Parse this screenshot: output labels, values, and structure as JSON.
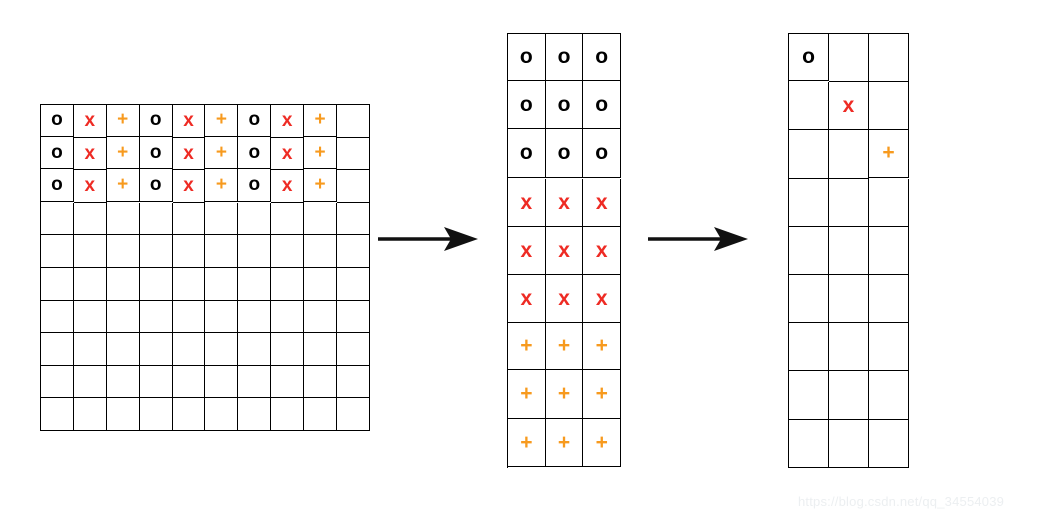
{
  "figure": {
    "title": "",
    "background_color": "#ffffff",
    "symbol_colors": {
      "o": "#000000",
      "x": "#ee2b24",
      "plus": "#f79a1e"
    },
    "arrow_color": "#111111"
  },
  "symbols": {
    "o": "o",
    "x": "x",
    "plus": "+",
    "empty": ""
  },
  "panels": [
    {
      "name": "source-grid",
      "rows": 10,
      "cols": 10,
      "cells": [
        [
          "o",
          "x",
          "+",
          "o",
          "x",
          "+",
          "o",
          "x",
          "+",
          ""
        ],
        [
          "o",
          "x",
          "+",
          "o",
          "x",
          "+",
          "o",
          "x",
          "+",
          ""
        ],
        [
          "o",
          "x",
          "+",
          "o",
          "x",
          "+",
          "o",
          "x",
          "+",
          ""
        ],
        [
          "",
          "",
          "",
          "",
          "",
          "",
          "",
          "",
          "",
          ""
        ],
        [
          "",
          "",
          "",
          "",
          "",
          "",
          "",
          "",
          "",
          ""
        ],
        [
          "",
          "",
          "",
          "",
          "",
          "",
          "",
          "",
          "",
          ""
        ],
        [
          "",
          "",
          "",
          "",
          "",
          "",
          "",
          "",
          "",
          ""
        ],
        [
          "",
          "",
          "",
          "",
          "",
          "",
          "",
          "",
          "",
          ""
        ],
        [
          "",
          "",
          "",
          "",
          "",
          "",
          "",
          "",
          "",
          ""
        ],
        [
          "",
          "",
          "",
          "",
          "",
          "",
          "",
          "",
          "",
          ""
        ]
      ]
    },
    {
      "name": "grouped-grid",
      "rows": 9,
      "cols": 3,
      "cells": [
        [
          "o",
          "o",
          "o"
        ],
        [
          "o",
          "o",
          "o"
        ],
        [
          "o",
          "o",
          "o"
        ],
        [
          "x",
          "x",
          "x"
        ],
        [
          "x",
          "x",
          "x"
        ],
        [
          "x",
          "x",
          "x"
        ],
        [
          "+",
          "+",
          "+"
        ],
        [
          "+",
          "+",
          "+"
        ],
        [
          "+",
          "+",
          "+"
        ]
      ]
    },
    {
      "name": "result-grid",
      "rows": 9,
      "cols": 3,
      "cells": [
        [
          "o",
          "",
          ""
        ],
        [
          "",
          "x",
          ""
        ],
        [
          "",
          "",
          "+"
        ],
        [
          "",
          "",
          ""
        ],
        [
          "",
          "",
          ""
        ],
        [
          "",
          "",
          ""
        ],
        [
          "",
          "",
          ""
        ],
        [
          "",
          "",
          ""
        ],
        [
          "",
          "",
          ""
        ]
      ]
    }
  ],
  "arrows": [
    {
      "name": "arrow-source-to-grouped",
      "label": ""
    },
    {
      "name": "arrow-grouped-to-result",
      "label": ""
    }
  ],
  "watermark": {
    "text": "https://blog.csdn.net/qq_34554039"
  }
}
